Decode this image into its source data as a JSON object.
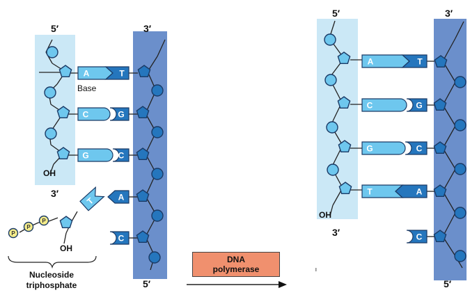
{
  "left": {
    "end_top_new": "5′",
    "end_top_template": "3′",
    "end_bottom_new": "3′",
    "end_bottom_template": "5′",
    "oh_label": "OH",
    "nucleotide_oh_label": "OH",
    "base_label": "Base",
    "pairs": [
      {
        "new_base": "A",
        "template_base": "T"
      },
      {
        "new_base": "C",
        "template_base": "G"
      },
      {
        "new_base": "G",
        "template_base": "C"
      }
    ],
    "incoming_base": "T",
    "template_unpaired": [
      "A",
      "C"
    ],
    "phosphate_label": "P",
    "nucleoside_label_line1": "Nucleoside",
    "nucleoside_label_line2": "triphosphate"
  },
  "enzyme": {
    "line1": "DNA",
    "line2": "polymerase"
  },
  "right": {
    "end_top_new": "5′",
    "end_top_template": "3′",
    "end_bottom_new": "3′",
    "end_bottom_template": "5′",
    "oh_label": "OH",
    "pairs": [
      {
        "new_base": "A",
        "template_base": "T"
      },
      {
        "new_base": "C",
        "template_base": "G"
      },
      {
        "new_base": "G",
        "template_base": "C"
      },
      {
        "new_base": "T",
        "template_base": "A"
      }
    ],
    "template_unpaired": [
      "C"
    ]
  },
  "colors": {
    "new_strand_bg": "#cbe8f6",
    "template_strand_bg": "#6b8fcb",
    "light_base": "#6ec7ee",
    "dark_base": "#2576bd",
    "sugar_outline": "#1a3a66",
    "enzyme_fill": "#f0906e",
    "phosphate_fill": "#f4ec8a"
  }
}
